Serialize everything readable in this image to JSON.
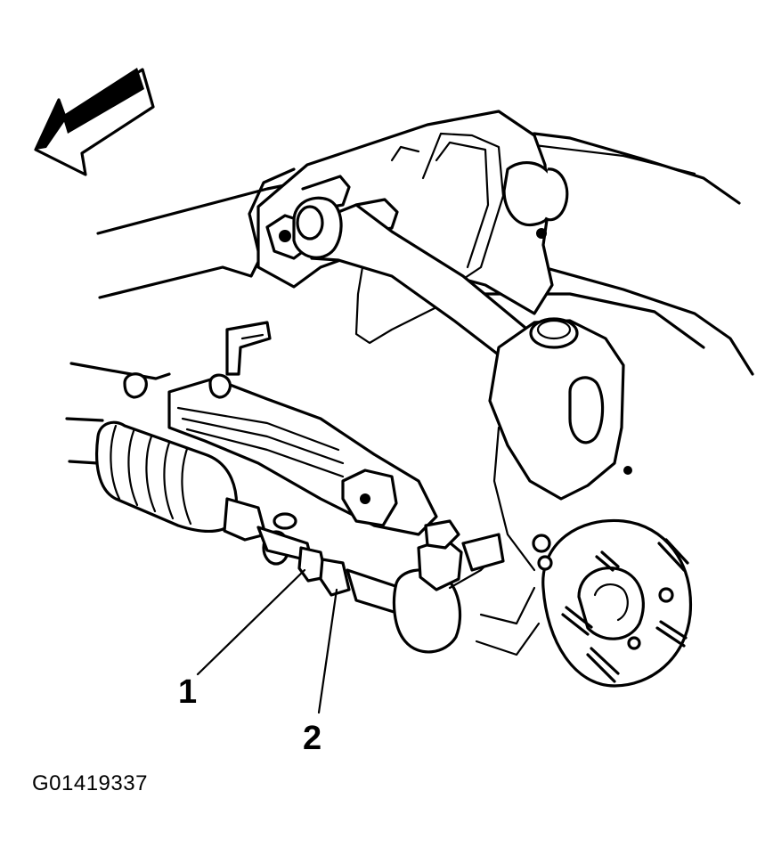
{
  "figure": {
    "callouts": [
      {
        "id": 1,
        "label": "1"
      },
      {
        "id": 2,
        "label": "2"
      }
    ],
    "figure_code": "G01419337",
    "front_arrow_icon": "direction-arrow-icon",
    "colors": {
      "line": "#000000",
      "background": "#ffffff"
    }
  }
}
